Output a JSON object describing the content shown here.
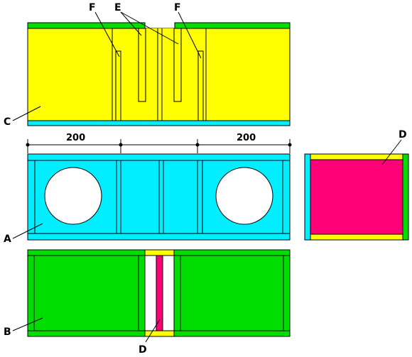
{
  "colors": {
    "yellow": "#ffff00",
    "green": "#00dd00",
    "cyan": "#00eeff",
    "magenta": "#ff0077",
    "white": "#ffffff",
    "outline": "#000000"
  },
  "labels": {
    "a": "A",
    "b": "B",
    "c": "C",
    "d_top": "D",
    "d_bottom": "D",
    "e": "E",
    "f_left": "F",
    "f_right": "F"
  },
  "dimensions": {
    "left": "200",
    "right": "200"
  }
}
